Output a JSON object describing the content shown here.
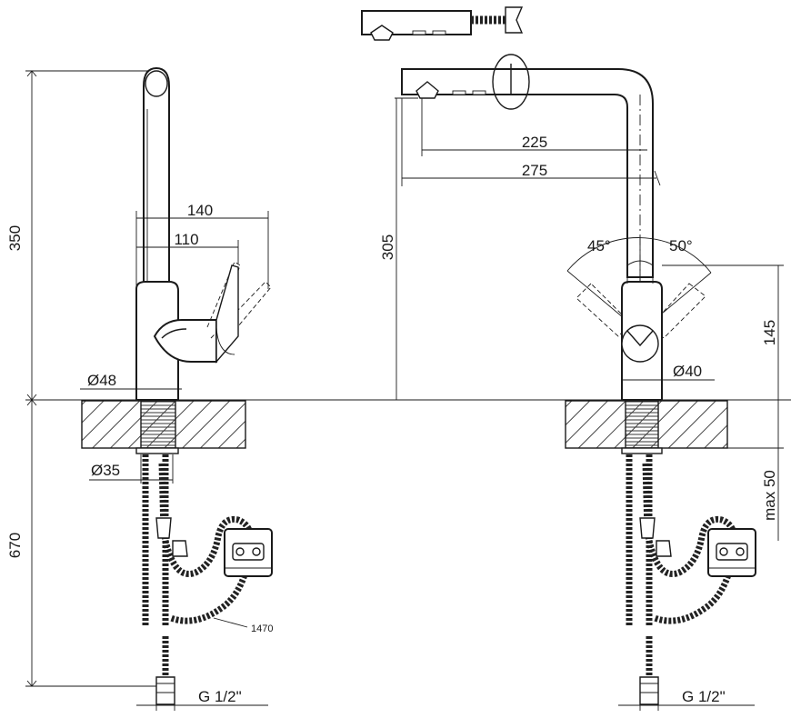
{
  "side_view": {
    "height_above": "350",
    "height_below": "670",
    "spout_reach_max": "140",
    "spout_reach_min": "110",
    "body_diameter": "Ø48",
    "thread_diameter": "Ø35",
    "hose_length": "1470",
    "connection": "G 1/2\""
  },
  "front_view": {
    "spout_reach_short": "225",
    "spout_reach_long": "275",
    "spout_height": "305",
    "lever_angle_left": "45°",
    "lever_angle_right": "50°",
    "body_height": "145",
    "body_diameter": "Ø40",
    "max_thickness": "max 50",
    "connection": "G 1/2\""
  },
  "colors": {
    "line": "#1a1a1a",
    "hatch": "#444444"
  }
}
